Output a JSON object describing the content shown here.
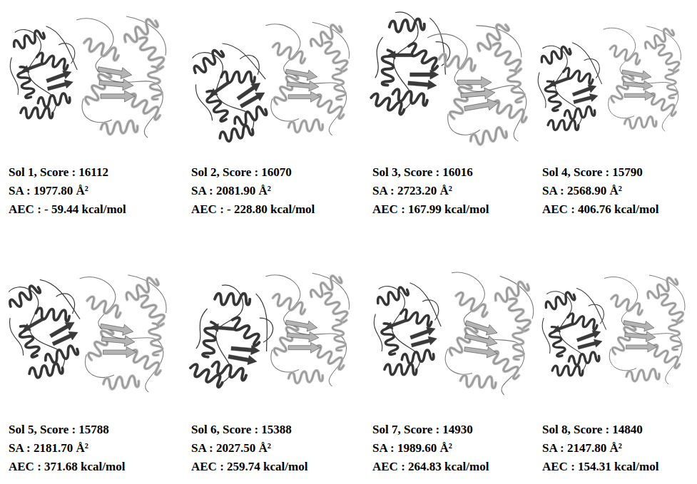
{
  "diagram": {
    "labels": [
      "Sol 1, Score : 16112",
      "SA : 1977.80 Å²",
      "AEC : - 59.44 kcal/mol",
      "Sol 2, Score : 16070",
      "SA : 2081.90 Å²",
      "AEC : - 228.80 kcal/mol",
      "Sol 3, Score : 16016",
      "SA : 2723.20 Å²",
      "AEC : 167.99 kcal/mol",
      "Sol 4, Score : 15790",
      "SA : 2568.90 Å²",
      "AEC : 406.76 kcal/mol",
      "Sol 5, Score : 15788",
      "SA : 2181.70 Å²",
      "AEC : 371.68 kcal/mol",
      "Sol 6, Score : 15388",
      "SA : 2027.50 Å²",
      "AEC : 259.74 kcal/mol",
      "Sol 7, Score : 14930",
      "SA : 1989.60 Å²",
      "AEC : 264.83 kcal/mol",
      "Sol 8, Score : 14840",
      "SA : 2147.80 Å²",
      "AEC : 154.31 kcal/mol"
    ]
  }
}
